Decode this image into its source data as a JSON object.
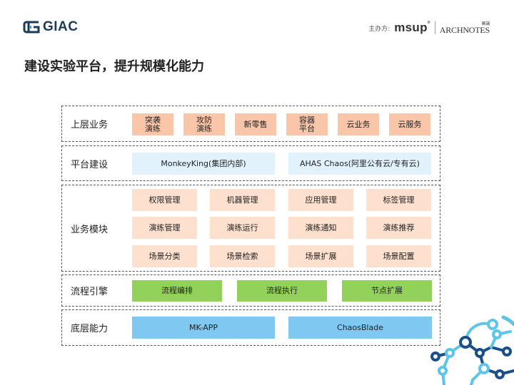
{
  "header": {
    "logo_text": "GIAC",
    "host_label": "主办方:",
    "host_logo_1": "msup",
    "host_logo_1_mark": "®",
    "host_logo_2": "ARCHNOTES",
    "host_logo_2_small": "高端"
  },
  "page_title": "建设实验平台，提升规模化能力",
  "diagram": {
    "layers": [
      {
        "label": "上层业务",
        "items": [
          "突袭\n演练",
          "攻防\n演练",
          "新零售",
          "容器\n平台",
          "云业务",
          "云服务"
        ]
      },
      {
        "label": "平台建设",
        "items": [
          "MonkeyKing(集团内部)",
          "AHAS Chaos(阿里公有云/专有云)"
        ]
      },
      {
        "label": "业务模块",
        "items": [
          "权限管理",
          "机器管理",
          "应用管理",
          "标签管理",
          "演练管理",
          "演练运行",
          "演练通知",
          "演练推荐",
          "场景分类",
          "场景检索",
          "场景扩展",
          "场景配置"
        ]
      },
      {
        "label": "流程引擎",
        "items": [
          "流程编排",
          "流程执行",
          "节点扩展"
        ]
      },
      {
        "label": "底层能力",
        "items": [
          "MK-APP",
          "ChaosBlade"
        ]
      }
    ]
  },
  "colors": {
    "top_layer": "#f9c6a9",
    "module_layer": "#fde0ce",
    "platform_layer": "#e2f2fc",
    "engine_layer": "#93d25a",
    "base_layer": "#7ec8f2",
    "logo_dark": "#1d3b55",
    "deco_dark": "#1b4f8a",
    "deco_light": "#5ec4e8"
  }
}
